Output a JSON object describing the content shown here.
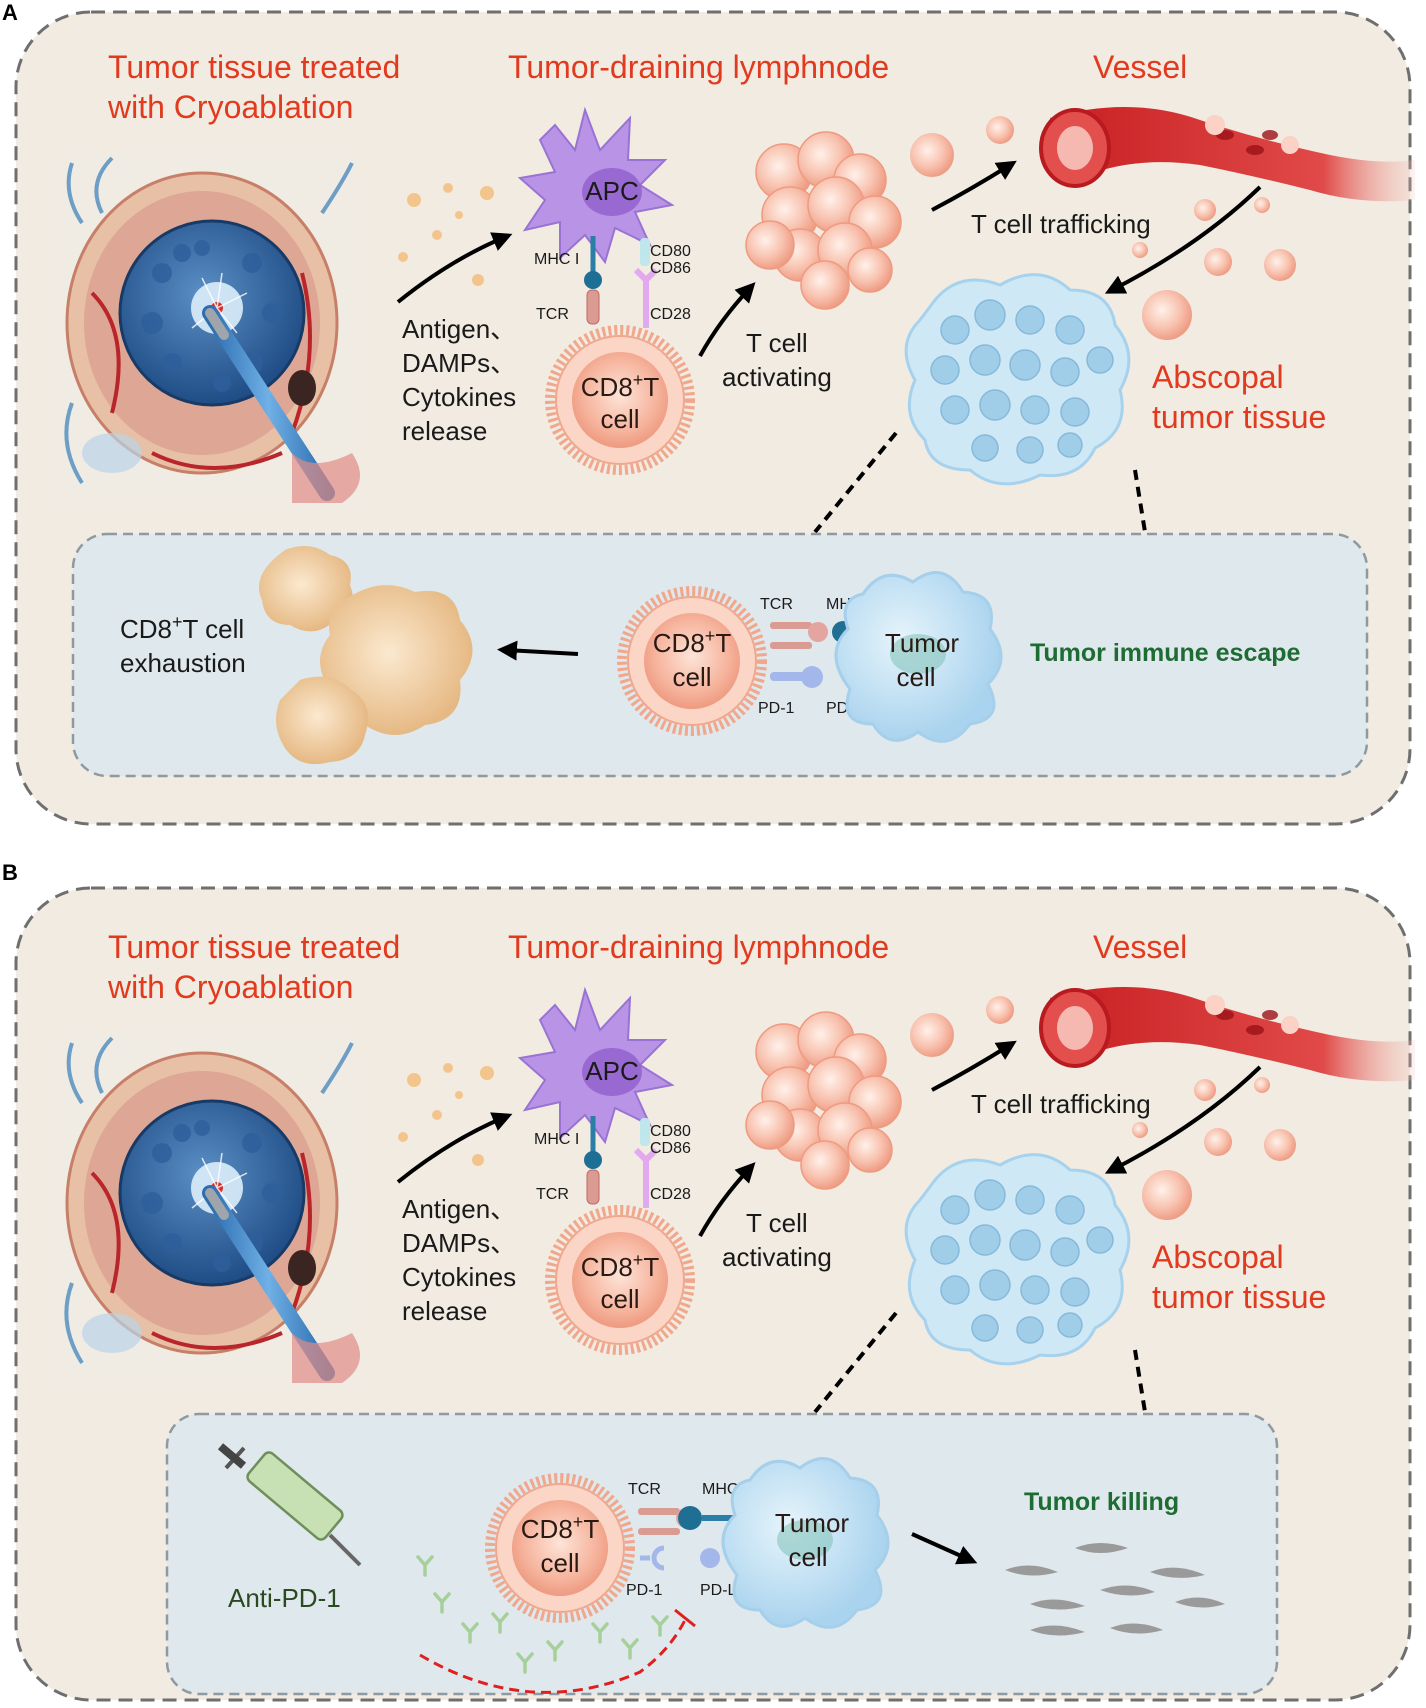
{
  "panels": [
    {
      "letter": "A",
      "tumor_title_l1": "Tumor tissue treated",
      "tumor_title_l2": "with Cryoablation",
      "lymph_title": "Tumor-draining lymphnode",
      "vessel_title": "Vessel",
      "release_l1": "Antigen、",
      "release_l2": "DAMPs、",
      "release_l3": "Cytokines",
      "release_l4": "release",
      "apc": "APC",
      "mhc": "MHC I",
      "cd80": "CD80",
      "cd86": "CD86",
      "tcr": "TCR",
      "cd28": "CD28",
      "cd8_l1": "CD8",
      "cd8_sup": "+",
      "cd8_t": "T",
      "cd8_l2": "cell",
      "activating_l1": "T cell",
      "activating_l2": "activating",
      "trafficking": "T cell trafficking",
      "abscopal_l1": "Abscopal",
      "abscopal_l2": "tumor tissue",
      "exhaustion_l1_a": "CD8",
      "exhaustion_l1_sup": "+",
      "exhaustion_l1_b": "T cell",
      "exhaustion_l2": "exhaustion",
      "inner_tcr": "TCR",
      "inner_mhc": "MHC I",
      "inner_pd1": "PD-1",
      "inner_pdl1": "PD-L1",
      "tumor_cell_l1": "Tumor",
      "tumor_cell_l2": "cell",
      "escape": "Tumor immune escape"
    },
    {
      "letter": "B",
      "tumor_title_l1": "Tumor tissue treated",
      "tumor_title_l2": "with Cryoablation",
      "lymph_title": "Tumor-draining lymphnode",
      "vessel_title": "Vessel",
      "release_l1": "Antigen、",
      "release_l2": "DAMPs、",
      "release_l3": "Cytokines",
      "release_l4": "release",
      "apc": "APC",
      "mhc": "MHC I",
      "cd80": "CD80",
      "cd86": "CD86",
      "tcr": "TCR",
      "cd28": "CD28",
      "cd8_l1": "CD8",
      "cd8_sup": "+",
      "cd8_t": "T",
      "cd8_l2": "cell",
      "activating_l1": "T cell",
      "activating_l2": "activating",
      "trafficking": "T cell trafficking",
      "abscopal_l1": "Abscopal",
      "abscopal_l2": "tumor tissue",
      "anti_pd1": "Anti-PD-1",
      "inner_tcr": "TCR",
      "inner_mhc": "MHC I",
      "inner_pd1": "PD-1",
      "inner_pdl1": "PD-L1",
      "tumor_cell_l1": "Tumor",
      "tumor_cell_l2": "cell",
      "killing": "Tumor killing"
    }
  ],
  "colors": {
    "panel_bg": "#f1ebe2",
    "inner_bg": "#dfe8ec",
    "title_red": "#e23a1e",
    "label_green": "#1e6b34",
    "apc_purple": "#b48be0",
    "tcell_pink": "#f7b9a5",
    "tumor_blue": "#bfe0f4",
    "vessel_red": "#d6262a"
  }
}
